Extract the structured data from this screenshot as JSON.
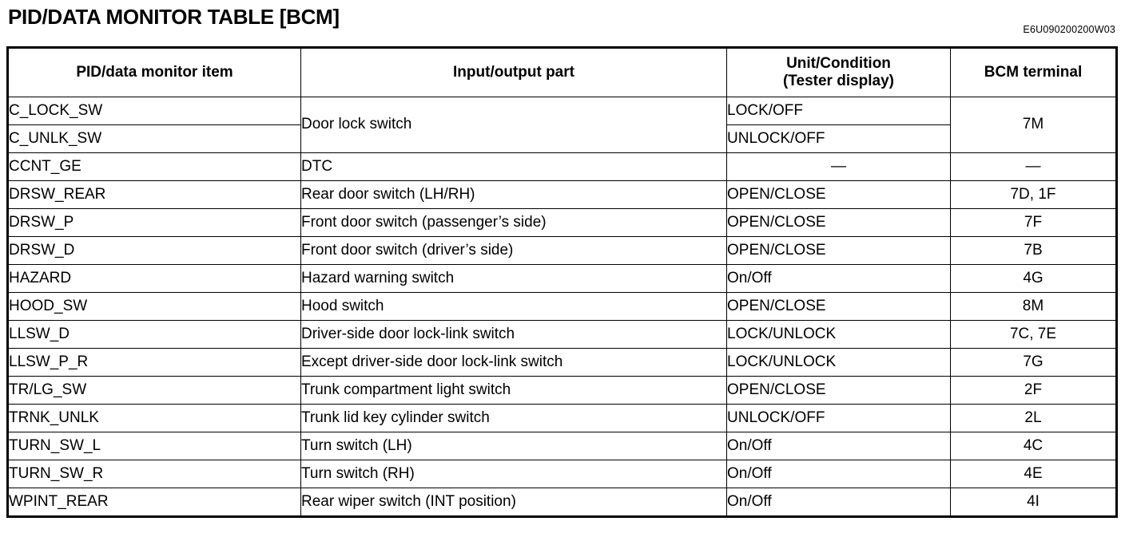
{
  "document": {
    "title": "PID/DATA MONITOR TABLE [BCM]",
    "code": "E6U090200200W03"
  },
  "table": {
    "headers": {
      "col1": "PID/data monitor item",
      "col2": "Input/output part",
      "col3_line1": "Unit/Condition",
      "col3_line2": "(Tester display)",
      "col4": "BCM terminal"
    },
    "rows": [
      {
        "item": "C_LOCK_SW",
        "part": "Door lock switch",
        "part_rowspan": 2,
        "unit": "LOCK/OFF",
        "terminal": "7M",
        "terminal_rowspan": 2
      },
      {
        "item": "C_UNLK_SW",
        "unit": "UNLOCK/OFF"
      },
      {
        "item": "CCNT_GE",
        "part": "DTC",
        "unit": "—",
        "terminal": "—"
      },
      {
        "item": "DRSW_REAR",
        "part": "Rear door switch (LH/RH)",
        "unit": "OPEN/CLOSE",
        "terminal": "7D, 1F"
      },
      {
        "item": "DRSW_P",
        "part": "Front door switch (passenger’s side)",
        "unit": "OPEN/CLOSE",
        "terminal": "7F"
      },
      {
        "item": "DRSW_D",
        "part": "Front door switch (driver’s side)",
        "unit": "OPEN/CLOSE",
        "terminal": "7B"
      },
      {
        "item": "HAZARD",
        "part": "Hazard warning switch",
        "unit": "On/Off",
        "terminal": "4G"
      },
      {
        "item": "HOOD_SW",
        "part": "Hood switch",
        "unit": "OPEN/CLOSE",
        "terminal": "8M"
      },
      {
        "item": "LLSW_D",
        "part": "Driver-side door lock-link switch",
        "unit": "LOCK/UNLOCK",
        "terminal": "7C, 7E"
      },
      {
        "item": "LLSW_P_R",
        "part": "Except driver-side door lock-link switch",
        "unit": "LOCK/UNLOCK",
        "terminal": "7G"
      },
      {
        "item": "TR/LG_SW",
        "part": "Trunk compartment light switch",
        "unit": "OPEN/CLOSE",
        "terminal": "2F"
      },
      {
        "item": "TRNK_UNLK",
        "part": "Trunk lid key cylinder switch",
        "unit": "UNLOCK/OFF",
        "terminal": "2L"
      },
      {
        "item": "TURN_SW_L",
        "part": "Turn switch (LH)",
        "unit": "On/Off",
        "terminal": "4C"
      },
      {
        "item": "TURN_SW_R",
        "part": "Turn switch (RH)",
        "unit": "On/Off",
        "terminal": "4E"
      },
      {
        "item": "WPINT_REAR",
        "part": "Rear wiper switch (INT position)",
        "unit": "On/Off",
        "terminal": "4I"
      }
    ]
  }
}
